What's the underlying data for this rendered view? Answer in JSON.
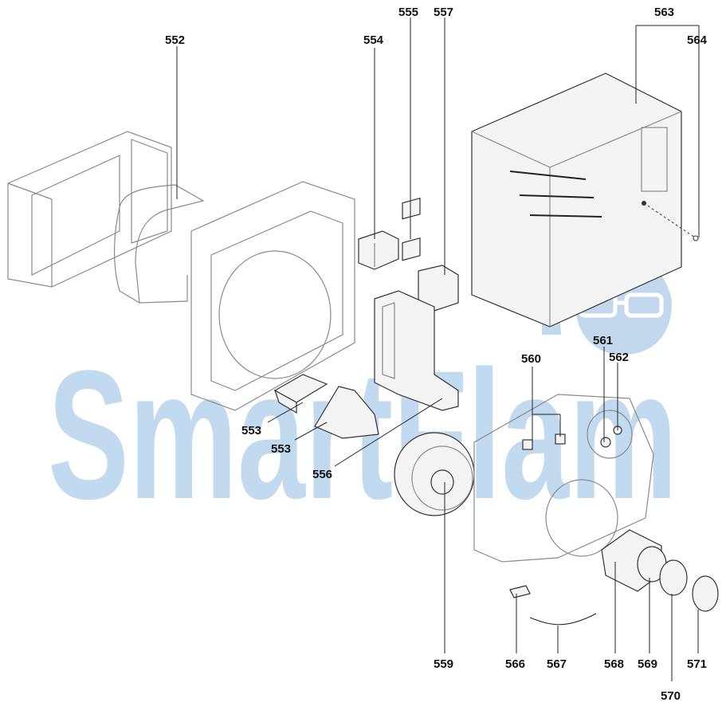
{
  "watermark": {
    "text": "SmartFlam",
    "color": "#7aaedc"
  },
  "callouts": [
    {
      "id": "552",
      "label": "552"
    },
    {
      "id": "553a",
      "label": "553"
    },
    {
      "id": "553b",
      "label": "553"
    },
    {
      "id": "554",
      "label": "554"
    },
    {
      "id": "555",
      "label": "555"
    },
    {
      "id": "556",
      "label": "556"
    },
    {
      "id": "557",
      "label": "557"
    },
    {
      "id": "559",
      "label": "559"
    },
    {
      "id": "560",
      "label": "560"
    },
    {
      "id": "561",
      "label": "561"
    },
    {
      "id": "562",
      "label": "562"
    },
    {
      "id": "563",
      "label": "563"
    },
    {
      "id": "564",
      "label": "564"
    },
    {
      "id": "566",
      "label": "566"
    },
    {
      "id": "567",
      "label": "567"
    },
    {
      "id": "568",
      "label": "568"
    },
    {
      "id": "569",
      "label": "569"
    },
    {
      "id": "570",
      "label": "570"
    },
    {
      "id": "571",
      "label": "571"
    }
  ]
}
